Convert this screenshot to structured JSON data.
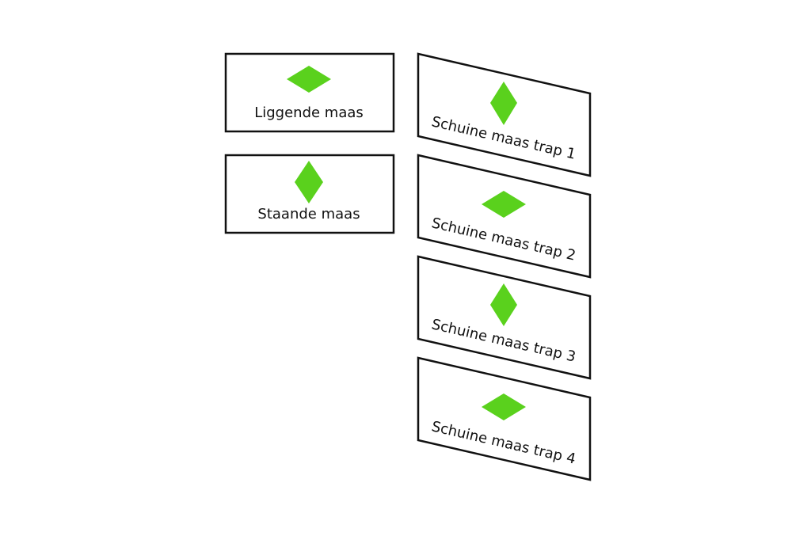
{
  "colors": {
    "diamond": "#5ad11d",
    "outline": "#111111",
    "background": "#ffffff"
  },
  "cards": {
    "liggende": {
      "label": "Liggende maas",
      "icon": "diamond-horizontal-icon"
    },
    "staande": {
      "label": "Staande maas",
      "icon": "diamond-vertical-icon"
    },
    "schuin1": {
      "label": "Schuine maas trap 1",
      "icon": "diamond-vertical-icon"
    },
    "schuin2": {
      "label": "Schuine maas trap 2",
      "icon": "diamond-horizontal-icon"
    },
    "schuin3": {
      "label": "Schuine maas trap 3",
      "icon": "diamond-vertical-icon"
    },
    "schuin4": {
      "label": "Schuine maas trap 4",
      "icon": "diamond-horizontal-icon"
    }
  }
}
